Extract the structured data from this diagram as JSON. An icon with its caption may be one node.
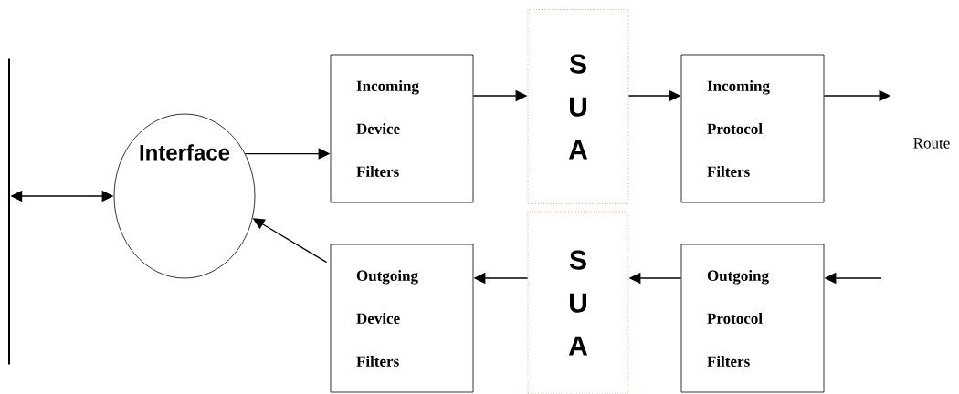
{
  "diagram": {
    "nodes": [
      {
        "text": [],
        "shape": "bar"
      },
      {
        "text": [
          "Interface"
        ]
      },
      {
        "text": [
          "Incoming Device Filters"
        ]
      },
      {
        "text": [
          "S U A"
        ]
      },
      {
        "text": [
          "Incoming Protocol Filters"
        ]
      },
      {
        "text": [
          "Route"
        ]
      },
      {
        "text": [
          "S U A"
        ]
      },
      {
        "text": [
          "Outgoing Protocol Filters"
        ]
      },
      {
        "text": [
          "Outgoing Device Filters"
        ]
      }
    ],
    "edges": [
      {
        "from": 0,
        "to": 1,
        "arrow": "both"
      },
      {
        "from": 1,
        "to": 2,
        "arrow": "to"
      },
      {
        "from": 2,
        "to": 3,
        "arrow": "to"
      },
      {
        "from": 3,
        "to": 4,
        "arrow": "to"
      },
      {
        "from": 4,
        "to": 5,
        "arrow": "to"
      },
      {
        "from": null,
        "to": 7,
        "arrow": "to"
      },
      {
        "from": 7,
        "to": 6,
        "arrow": "to"
      },
      {
        "from": 6,
        "to": 8,
        "arrow": "to"
      },
      {
        "from": 8,
        "to": 1,
        "arrow": "to"
      }
    ]
  }
}
